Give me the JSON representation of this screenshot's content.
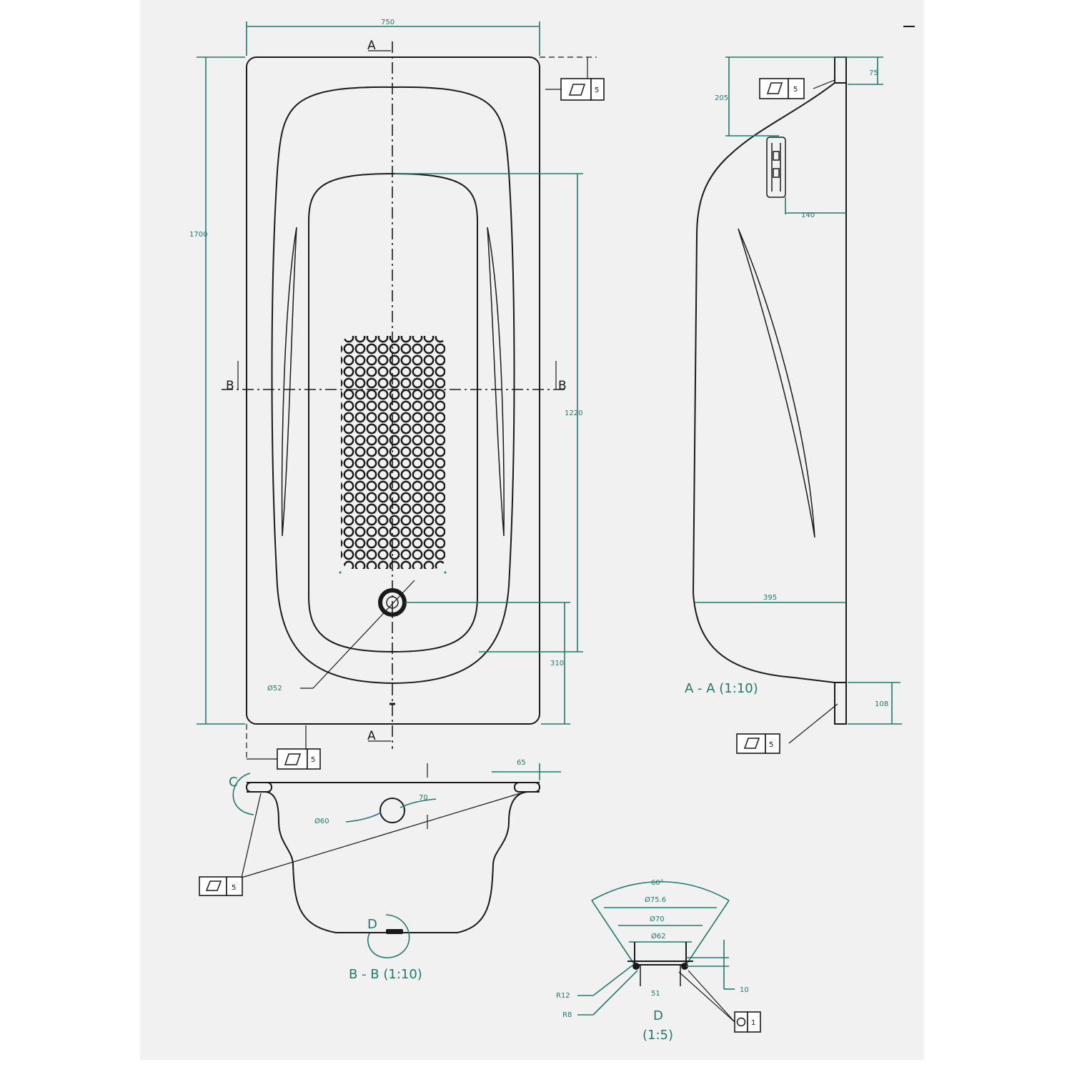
{
  "dims": {
    "width_top": "750 ",
    "length": "1700 ",
    "inner_length": "1220",
    "drain_offset": "310 ",
    "drain_dia": "Ø52 ",
    "overflow_offset": "205 ",
    "rim_75": "75",
    "bracket_140": "140 ",
    "depth_395": "395 ",
    "rim_108": "108",
    "rim_65": "65",
    "overflow_70": "70 ",
    "overflow_dia": "Ø60 ",
    "angle_60": "60°",
    "d_756": "Ø75.6",
    "d_70": "Ø70",
    "d_62": "Ø62",
    "d_10": "10",
    "d_51": "51 ",
    "r12": "R12",
    "r8": "R8"
  },
  "labels": {
    "sec_a_top": "A",
    "sec_a_bottom": "A",
    "sec_b_left": "B",
    "sec_b_right": "B",
    "section_aa": "A - A (1:10)",
    "section_bb": "B - B (1:10)",
    "detail_c": "C",
    "detail_d_marker": "D",
    "detail_d": "D",
    "detail_d_scale": "(1:5)"
  },
  "tolerances": {
    "flatness_value": "5",
    "position_value": "1"
  },
  "icons": {
    "flatness": "parallelogram-flatness-icon",
    "position": "circle-position-icon"
  },
  "colors": {
    "dimension": "#1f7a6e",
    "outline": "#1a1a1a",
    "sheet": "#f1f1f1"
  }
}
